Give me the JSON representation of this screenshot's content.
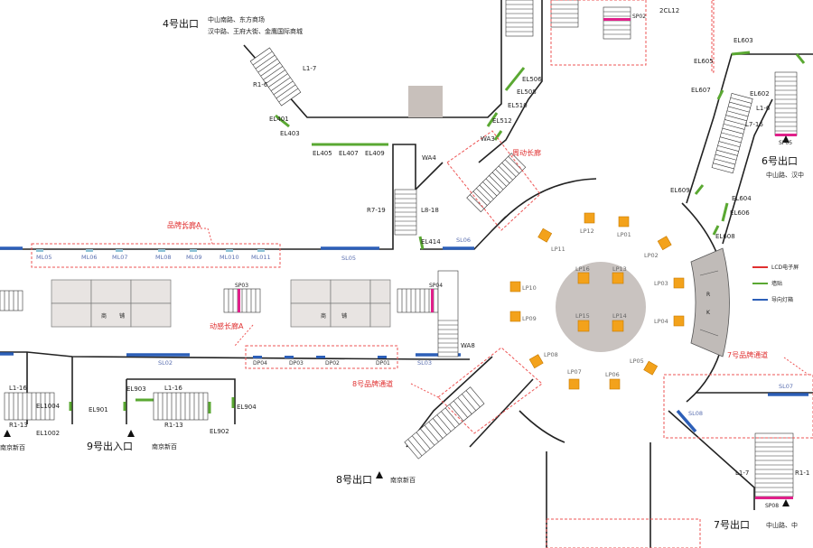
{
  "exits": {
    "exit4": {
      "label": "4号出口",
      "dest1": "中山南路、东方商场",
      "dest2": "汉中路、王府大街、金鹰国际商城"
    },
    "exit6": {
      "label": "6号出口",
      "dest": "中山路、汉中"
    },
    "exit7": {
      "label": "7号出口",
      "dest": "中山路、中"
    },
    "exit8": {
      "label": "8号出口",
      "dest": "南京新百"
    },
    "exit9": {
      "label": "9号出入口",
      "dest": "南京新百"
    },
    "exit_left_dest": "南京新百"
  },
  "zones": {
    "brand_corridor_a": "品牌长廊A",
    "moving_corridor_a": "动感长廊A",
    "moving_corridor": "周动长廊",
    "channel8": "8号品牌通道",
    "channel7": "7号品牌通道"
  },
  "legend": {
    "red": "LCD电子屏",
    "green": "墙贴",
    "blue": "导向灯箱"
  },
  "colors": {
    "red": "#e03030",
    "green": "#5aa832",
    "blue": "#2c5fb8",
    "box": "#f3a21b"
  },
  "labels": {
    "el_top": [
      "EL506",
      "EL508",
      "EL510",
      "EL512",
      "WA3",
      "WA4"
    ],
    "el4": [
      "EL401",
      "EL403",
      "EL405",
      "EL407",
      "EL409"
    ],
    "el6": [
      "EL603",
      "EL605",
      "EL607",
      "EL602",
      "EL609",
      "EL604",
      "EL606",
      "EL608"
    ],
    "el9": [
      "EL903",
      "EL901",
      "EL904",
      "EL902",
      "EL1004",
      "EL1002"
    ],
    "ml": [
      "ML05",
      "ML06",
      "ML07",
      "ML08",
      "ML09",
      "ML010",
      "ML011"
    ],
    "dp": [
      "DP04",
      "DP03",
      "DP02",
      "DP01"
    ],
    "sl": [
      "SL05",
      "SL06",
      "SL02",
      "SL03",
      "SL07",
      "SL08"
    ],
    "lp": [
      "LP11",
      "LP12",
      "LP01",
      "LP02",
      "LP03",
      "LP04",
      "LP05",
      "LP06",
      "LP07",
      "LP08",
      "LP09",
      "LP10"
    ],
    "lpc": [
      "LP16",
      "LP13",
      "LP15",
      "LP14"
    ],
    "stairs": [
      "L1-7",
      "R1-6",
      "R7-19",
      "L8-18",
      "L1-16",
      "R1-13",
      "L1-16",
      "R1-13",
      "L1-6",
      "L7-16",
      "L1-7",
      "R1-1"
    ],
    "sp": [
      "SP03",
      "SP04",
      "SP05",
      "SP08",
      "SP02"
    ],
    "misc": {
      "el414": "EL414",
      "wa8": "WA8",
      "cl12": "2CL12"
    },
    "shop": [
      "商",
      "铺",
      "商",
      "铺"
    ],
    "rk": [
      "R",
      "K"
    ]
  }
}
